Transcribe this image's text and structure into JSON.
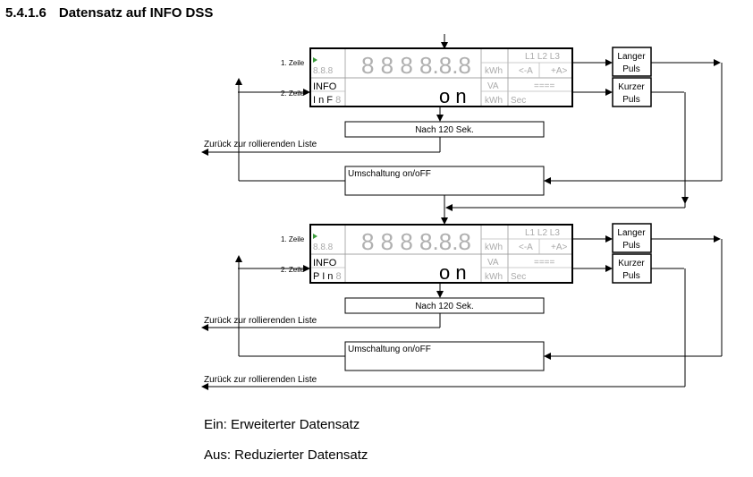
{
  "heading": {
    "number": "5.4.1.6",
    "title": "Datensatz auf INFO DSS"
  },
  "line_labels": {
    "line1": "1. Zeile",
    "line2": "2. Zeile"
  },
  "colors": {
    "stroke": "#000000",
    "dim": "#b0b0b0",
    "green": "#3a9a3a"
  },
  "display": {
    "small_digits": "8.8.8",
    "big_digits": "8 8 8 8.8.8",
    "info": "INFO",
    "value": "o n",
    "phase": "L1 L2 L3",
    "kwh": "kWh",
    "ca": "<-A",
    "pa": "+A>",
    "va": "VA",
    "eq": "====",
    "kwh2": "kWh",
    "sec": "Sec"
  },
  "blocks": [
    {
      "line2_text": "I n F",
      "line2_dim": " 8"
    },
    {
      "line2_text": "P I n",
      "line2_dim": " 8"
    }
  ],
  "buttons": {
    "long1": "Langer",
    "long2": "Puls",
    "short1": "Kurzer",
    "short2": "Puls"
  },
  "timeout_label": "Nach 120 Sek.",
  "switch_label": "Umschaltung on/oFF",
  "back_label": "Zurück zur rollierenden Liste",
  "captions": {
    "on": "Ein: Erweiterter Datensatz",
    "off": "Aus: Reduzierter Datensatz"
  }
}
